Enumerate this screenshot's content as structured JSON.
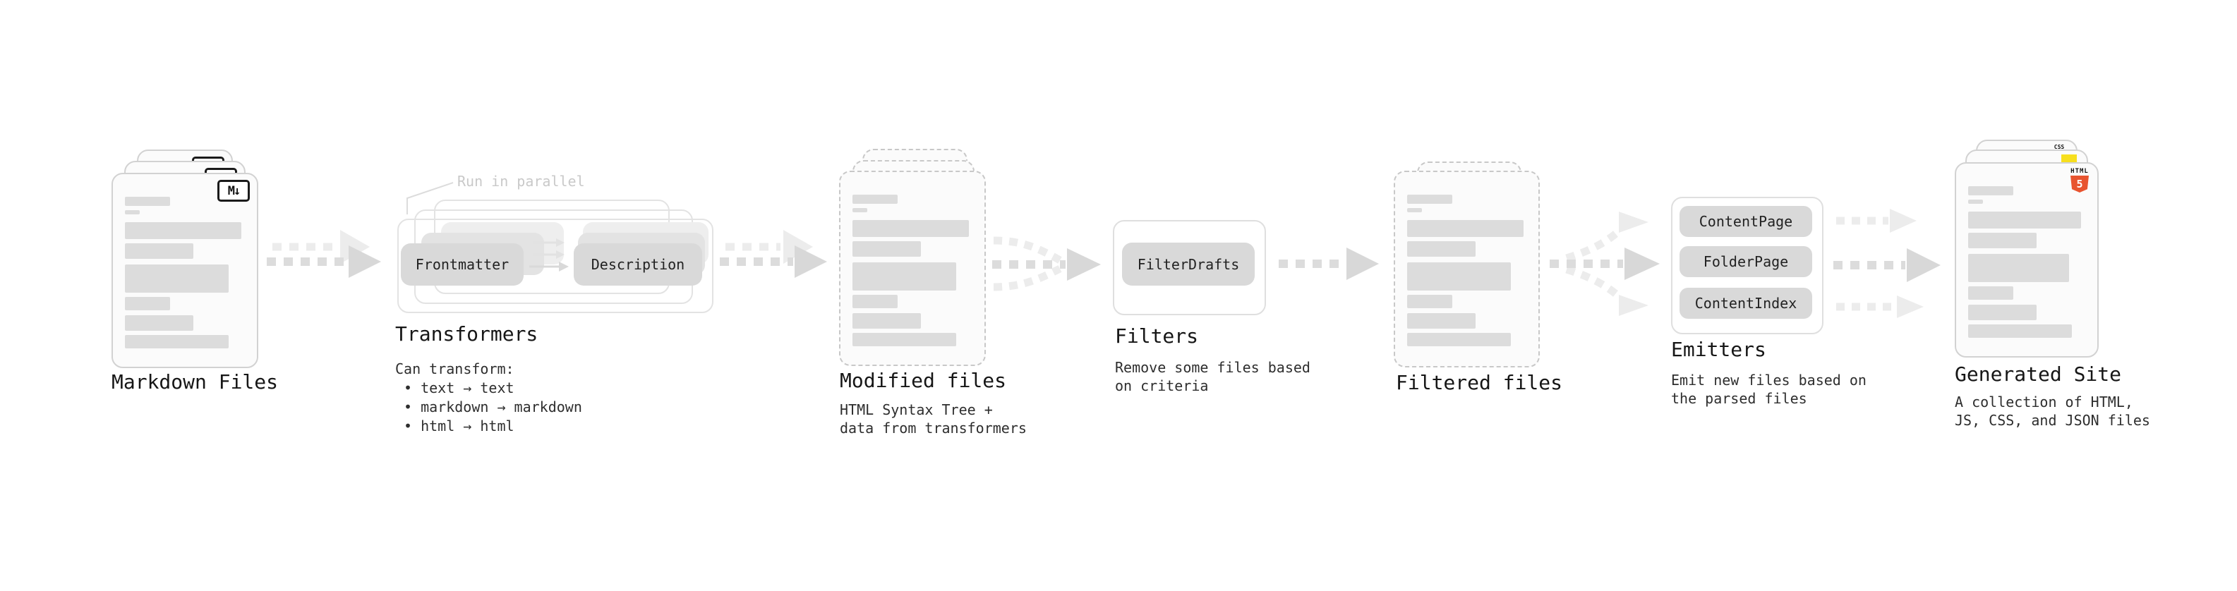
{
  "markdown_files": {
    "label": "Markdown Files",
    "icon": "M↓"
  },
  "transformers": {
    "note": "Run in parallel",
    "pill_frontmatter": "Frontmatter",
    "pill_description": "Description",
    "label": "Transformers",
    "desc_title": "Can transform:",
    "bullets": [
      "• text → text",
      "• markdown → markdown",
      "• html → html"
    ]
  },
  "modified_files": {
    "label": "Modified files",
    "desc": [
      "HTML Syntax Tree +",
      "data from transformers"
    ]
  },
  "filters": {
    "pill": "FilterDrafts",
    "label": "Filters",
    "desc": [
      "Remove some files based",
      "on criteria"
    ]
  },
  "filtered_files": {
    "label": "Filtered files"
  },
  "emitters": {
    "pills": [
      "ContentPage",
      "FolderPage",
      "ContentIndex"
    ],
    "label": "Emitters",
    "desc": [
      "Emit new files based on",
      "the parsed files"
    ]
  },
  "generated_site": {
    "label": "Generated Site",
    "desc": [
      "A collection of HTML,",
      "JS, CSS, and JSON files"
    ],
    "icons": {
      "html5_title": "HTML",
      "html5_number": "5",
      "css": "CSS"
    }
  },
  "colors": {
    "arrow_main": "#dcdcdc",
    "arrow_head": "#d8d8d8",
    "arrow_light": "#ececec",
    "card_border": "#d2d2d2",
    "placeholder_bar": "#dcdcdc",
    "pill_bg": "#d9d9d9",
    "html5_orange": "#e8542f",
    "js_yellow": "#f7df1e",
    "css_blue": "#2b5ce6"
  }
}
